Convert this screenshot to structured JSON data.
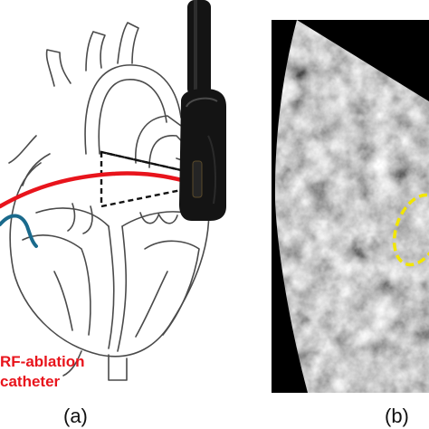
{
  "figure": {
    "panel_a": {
      "label": "(a)",
      "catheter_label_line1": "RF-ablation",
      "catheter_label_line2": "catheter",
      "colors": {
        "catheter_red": "#e8141c",
        "catheter_blue": "#1a6a8c",
        "outline": "#4a4a4a",
        "probe": "#141414"
      }
    },
    "panel_b": {
      "label": "(b)",
      "colors": {
        "highlight_yellow": "#f2e600",
        "background": "#000000"
      }
    }
  }
}
